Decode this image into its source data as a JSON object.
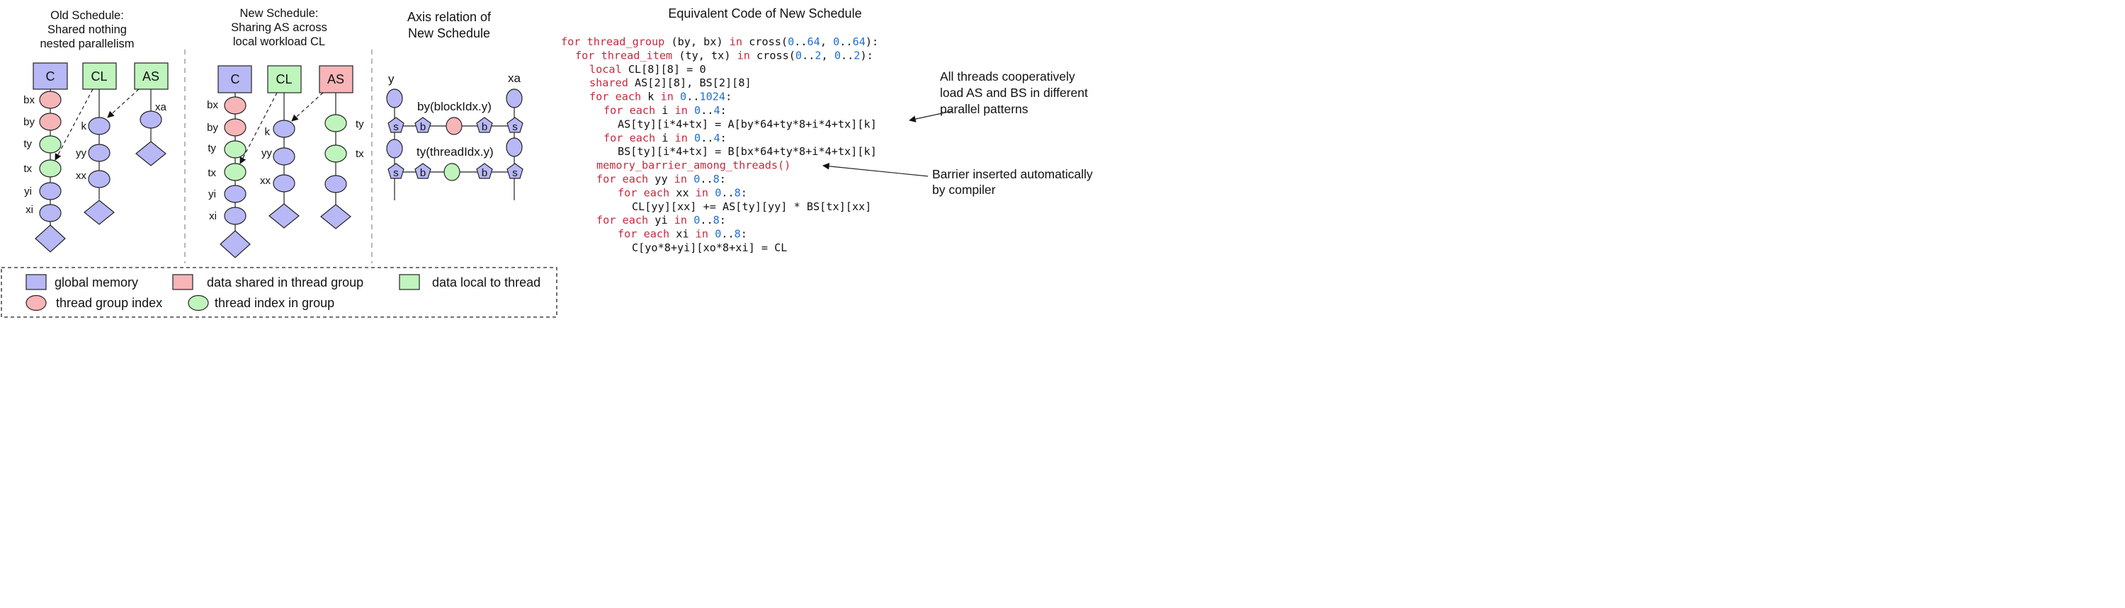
{
  "colors": {
    "global_memory": "#b7b8f5",
    "shared": "#f7b5b8",
    "local": "#bff5bd",
    "keyword": "#c8283f",
    "number": "#1f6fd1"
  },
  "old_schedule": {
    "title_lines": [
      "Old Schedule:",
      "Shared nothing",
      "nested parallelism"
    ],
    "buffers": [
      "C",
      "CL",
      "AS"
    ],
    "c_axes": [
      "bx",
      "by",
      "ty",
      "tx",
      "yi",
      "xi"
    ],
    "cl_axes": [
      "k",
      "yy",
      "xx"
    ],
    "as_axes": [
      "xa"
    ]
  },
  "new_schedule": {
    "title_lines": [
      "New Schedule:",
      "Sharing AS across",
      "local workload CL"
    ],
    "buffers": [
      "C",
      "CL",
      "AS"
    ],
    "c_axes": [
      "bx",
      "by",
      "ty",
      "tx",
      "yi",
      "xi"
    ],
    "cl_axes": [
      "k",
      "yy",
      "xx"
    ],
    "as_axes": [
      "ty",
      "tx"
    ]
  },
  "axis_relation": {
    "title_lines": [
      "Axis relation of",
      "New Schedule"
    ],
    "left_label": "y",
    "right_label": "xa",
    "row1_label": "by(blockIdx.y)",
    "row2_label": "ty(threadIdx.y)",
    "split_glyph": "s",
    "bind_glyph": "b"
  },
  "code_panel": {
    "title": "Equivalent Code of New Schedule",
    "lines": [
      {
        "indent": 0,
        "parts": [
          {
            "k": "kw",
            "t": "for "
          },
          {
            "k": "kw",
            "t": "thread_group"
          },
          {
            "k": "p",
            "t": " (by, bx) "
          },
          {
            "k": "kw",
            "t": "in"
          },
          {
            "k": "p",
            "t": " cross("
          },
          {
            "k": "num",
            "t": "0"
          },
          {
            "k": "p",
            "t": ".."
          },
          {
            "k": "num",
            "t": "64"
          },
          {
            "k": "p",
            "t": ", "
          },
          {
            "k": "num",
            "t": "0"
          },
          {
            "k": "p",
            "t": ".."
          },
          {
            "k": "num",
            "t": "64"
          },
          {
            "k": "p",
            "t": "):"
          }
        ]
      },
      {
        "indent": 1,
        "parts": [
          {
            "k": "kw",
            "t": "for "
          },
          {
            "k": "kw",
            "t": "thread_item"
          },
          {
            "k": "p",
            "t": " (ty, tx) "
          },
          {
            "k": "kw",
            "t": "in"
          },
          {
            "k": "p",
            "t": " cross("
          },
          {
            "k": "num",
            "t": "0"
          },
          {
            "k": "p",
            "t": ".."
          },
          {
            "k": "num",
            "t": "2"
          },
          {
            "k": "p",
            "t": ", "
          },
          {
            "k": "num",
            "t": "0"
          },
          {
            "k": "p",
            "t": ".."
          },
          {
            "k": "num",
            "t": "2"
          },
          {
            "k": "p",
            "t": "):"
          }
        ]
      },
      {
        "indent": 2,
        "parts": [
          {
            "k": "kw",
            "t": "local"
          },
          {
            "k": "p",
            "t": " CL[8][8] = 0"
          }
        ]
      },
      {
        "indent": 2,
        "parts": [
          {
            "k": "kw",
            "t": "shared"
          },
          {
            "k": "p",
            "t": " AS[2][8], BS[2][8]"
          }
        ]
      },
      {
        "indent": 2,
        "parts": [
          {
            "k": "kw",
            "t": "for each"
          },
          {
            "k": "p",
            "t": " k "
          },
          {
            "k": "kw",
            "t": "in"
          },
          {
            "k": "p",
            "t": " "
          },
          {
            "k": "num",
            "t": "0"
          },
          {
            "k": "p",
            "t": ".."
          },
          {
            "k": "num",
            "t": "1024"
          },
          {
            "k": "p",
            "t": ":"
          }
        ]
      },
      {
        "indent": 3,
        "parts": [
          {
            "k": "kw",
            "t": "for each"
          },
          {
            "k": "p",
            "t": " i "
          },
          {
            "k": "kw",
            "t": "in"
          },
          {
            "k": "p",
            "t": " "
          },
          {
            "k": "num",
            "t": "0"
          },
          {
            "k": "p",
            "t": ".."
          },
          {
            "k": "num",
            "t": "4"
          },
          {
            "k": "p",
            "t": ":"
          }
        ]
      },
      {
        "indent": 4,
        "parts": [
          {
            "k": "p",
            "t": "AS[ty][i*4+tx] = A[by*64+ty*8+i*4+tx][k]"
          }
        ]
      },
      {
        "indent": 3,
        "parts": [
          {
            "k": "kw",
            "t": "for each"
          },
          {
            "k": "p",
            "t": " i "
          },
          {
            "k": "kw",
            "t": "in"
          },
          {
            "k": "p",
            "t": " "
          },
          {
            "k": "num",
            "t": "0"
          },
          {
            "k": "p",
            "t": ".."
          },
          {
            "k": "num",
            "t": "4"
          },
          {
            "k": "p",
            "t": ":"
          }
        ]
      },
      {
        "indent": 4,
        "parts": [
          {
            "k": "p",
            "t": "BS[ty][i*4+tx] = B[bx*64+ty*8+i*4+tx][k]"
          }
        ]
      },
      {
        "indent": 2.5,
        "parts": [
          {
            "k": "kw",
            "t": "memory_barrier_among_threads()"
          }
        ]
      },
      {
        "indent": 2.5,
        "parts": [
          {
            "k": "kw",
            "t": "for each"
          },
          {
            "k": "p",
            "t": " yy "
          },
          {
            "k": "kw",
            "t": "in"
          },
          {
            "k": "p",
            "t": " "
          },
          {
            "k": "num",
            "t": "0"
          },
          {
            "k": "p",
            "t": ".."
          },
          {
            "k": "num",
            "t": "8"
          },
          {
            "k": "p",
            "t": ":"
          }
        ]
      },
      {
        "indent": 4,
        "parts": [
          {
            "k": "kw",
            "t": "for each"
          },
          {
            "k": "p",
            "t": " xx "
          },
          {
            "k": "kw",
            "t": "in"
          },
          {
            "k": "p",
            "t": " "
          },
          {
            "k": "num",
            "t": "0"
          },
          {
            "k": "p",
            "t": ".."
          },
          {
            "k": "num",
            "t": "8"
          },
          {
            "k": "p",
            "t": ":"
          }
        ]
      },
      {
        "indent": 5,
        "parts": [
          {
            "k": "p",
            "t": "CL[yy][xx] += AS[ty][yy] * BS[tx][xx]"
          }
        ]
      },
      {
        "indent": 2.5,
        "parts": [
          {
            "k": "kw",
            "t": "for each"
          },
          {
            "k": "p",
            "t": " yi "
          },
          {
            "k": "kw",
            "t": "in"
          },
          {
            "k": "p",
            "t": " "
          },
          {
            "k": "num",
            "t": "0"
          },
          {
            "k": "p",
            "t": ".."
          },
          {
            "k": "num",
            "t": "8"
          },
          {
            "k": "p",
            "t": ":"
          }
        ]
      },
      {
        "indent": 4,
        "parts": [
          {
            "k": "kw",
            "t": "for each"
          },
          {
            "k": "p",
            "t": " xi "
          },
          {
            "k": "kw",
            "t": "in"
          },
          {
            "k": "p",
            "t": " "
          },
          {
            "k": "num",
            "t": "0"
          },
          {
            "k": "p",
            "t": ".."
          },
          {
            "k": "num",
            "t": "8"
          },
          {
            "k": "p",
            "t": ":"
          }
        ]
      },
      {
        "indent": 5,
        "parts": [
          {
            "k": "p",
            "t": "C[yo*8+yi][xo*8+xi] = CL"
          }
        ]
      }
    ],
    "annotation_load": [
      "All threads cooperatively",
      "load AS and BS in different",
      "parallel patterns"
    ],
    "annotation_barrier": [
      "Barrier inserted automatically",
      "by compiler"
    ]
  },
  "legend": {
    "global_memory": "global memory",
    "shared": "data shared in thread group",
    "local": "data local to thread",
    "group_index": "thread group index",
    "thread_index": "thread index in group"
  }
}
